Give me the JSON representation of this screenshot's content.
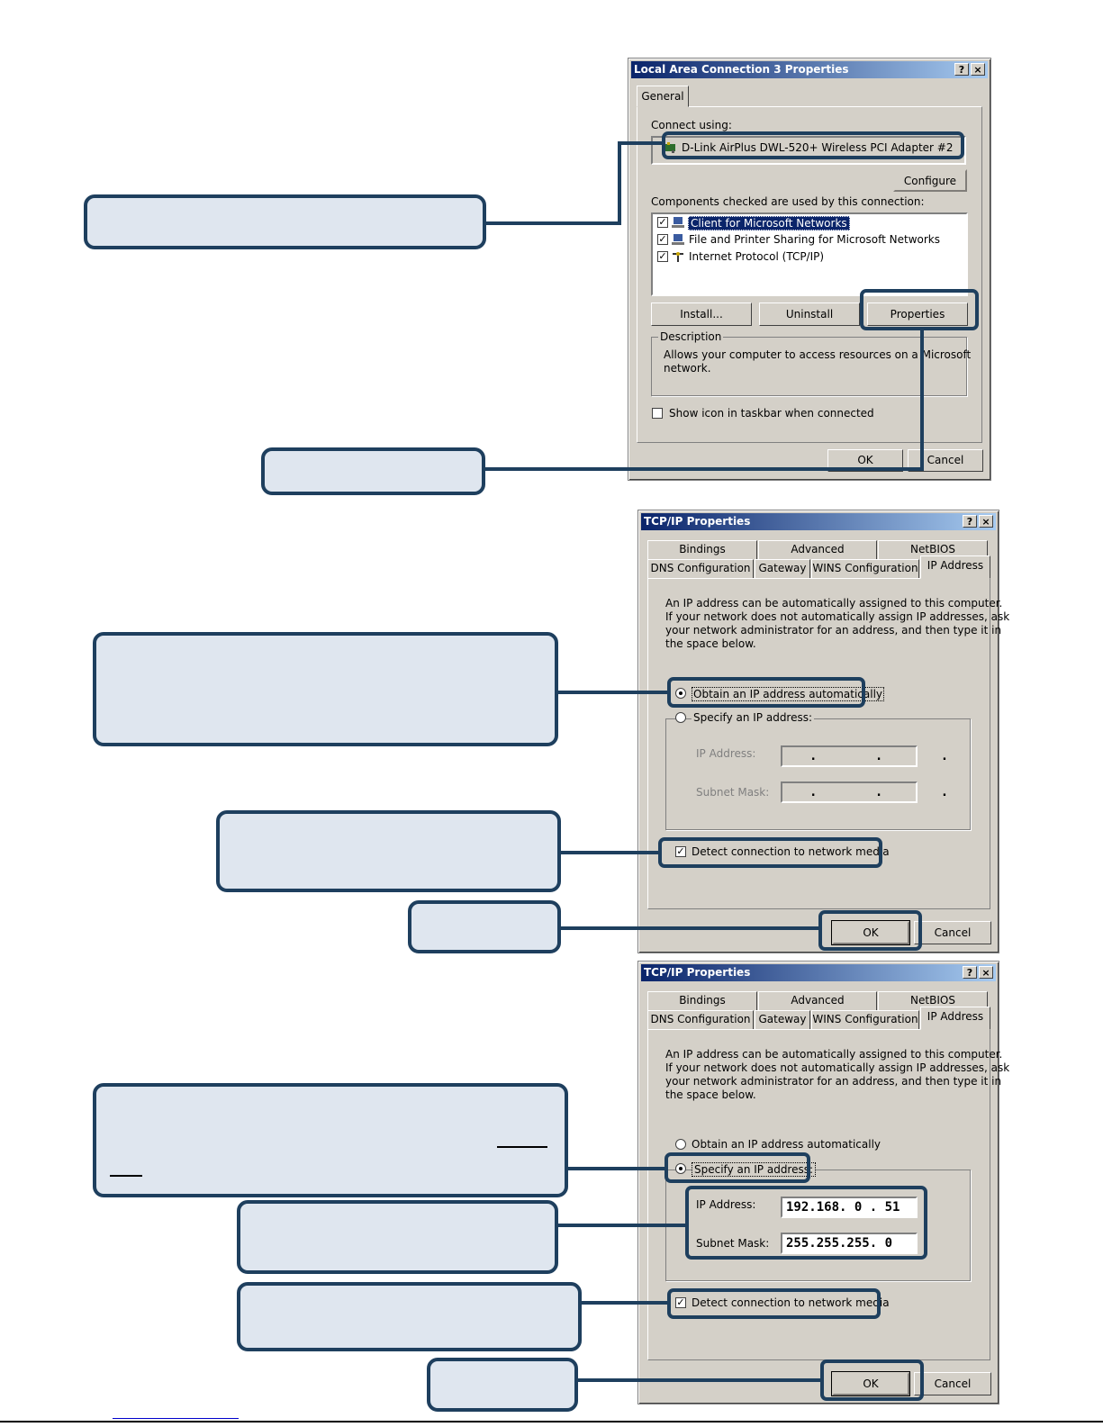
{
  "dialog1": {
    "title": "Local Area Connection 3 Properties",
    "help_btn": "?",
    "close_btn": "×",
    "tab": "General",
    "connect_using_label": "Connect using:",
    "adapter": "D-Link AirPlus DWL-520+ Wireless PCI Adapter #2",
    "configure": "Configure",
    "components_label": "Components checked are used by this connection:",
    "components": [
      {
        "label": "Client for Microsoft Networks",
        "checked": true,
        "selected": true
      },
      {
        "label": "File and Printer Sharing for Microsoft Networks",
        "checked": true,
        "selected": false
      },
      {
        "label": "Internet Protocol (TCP/IP)",
        "checked": true,
        "selected": false
      }
    ],
    "install": "Install...",
    "uninstall": "Uninstall",
    "properties": "Properties",
    "description_legend": "Description",
    "description_text1": "Allows your computer to access resources on a Microsoft",
    "description_text2": "network.",
    "show_icon": "Show icon in taskbar when connected",
    "ok": "OK",
    "cancel": "Cancel"
  },
  "dialog2": {
    "title": "TCP/IP Properties",
    "tabs_row1": [
      "Bindings",
      "Advanced",
      "NetBIOS"
    ],
    "tabs_row2": [
      "DNS Configuration",
      "Gateway",
      "WINS Configuration",
      "IP Address"
    ],
    "info": [
      "An IP address can be automatically assigned to this computer.",
      "If your network does not automatically assign IP addresses, ask",
      "your network administrator for an address, and then type it in",
      "the space below."
    ],
    "obtain": "Obtain an IP address automatically",
    "specify": "Specify an IP address:",
    "ip_label": "IP Address:",
    "mask_label": "Subnet Mask:",
    "ip_value": ". . .",
    "mask_value": ". . .",
    "detect": "Detect connection to network media",
    "ok": "OK",
    "cancel": "Cancel",
    "selected": "obtain"
  },
  "dialog3": {
    "title": "TCP/IP Properties",
    "tabs_row1": [
      "Bindings",
      "Advanced",
      "NetBIOS"
    ],
    "tabs_row2": [
      "DNS Configuration",
      "Gateway",
      "WINS Configuration",
      "IP Address"
    ],
    "info": [
      "An IP address can be automatically assigned to this computer.",
      "If your network does not automatically assign IP addresses, ask",
      "your network administrator for an address, and then type it in",
      "the space below."
    ],
    "obtain": "Obtain an IP address automatically",
    "specify": "Specify an IP address:",
    "ip_label": "IP Address:",
    "mask_label": "Subnet Mask:",
    "ip_value": "192.168. 0 . 51",
    "mask_value": "255.255.255. 0",
    "detect": "Detect connection to network media",
    "ok": "OK",
    "cancel": "Cancel",
    "selected": "specify"
  }
}
